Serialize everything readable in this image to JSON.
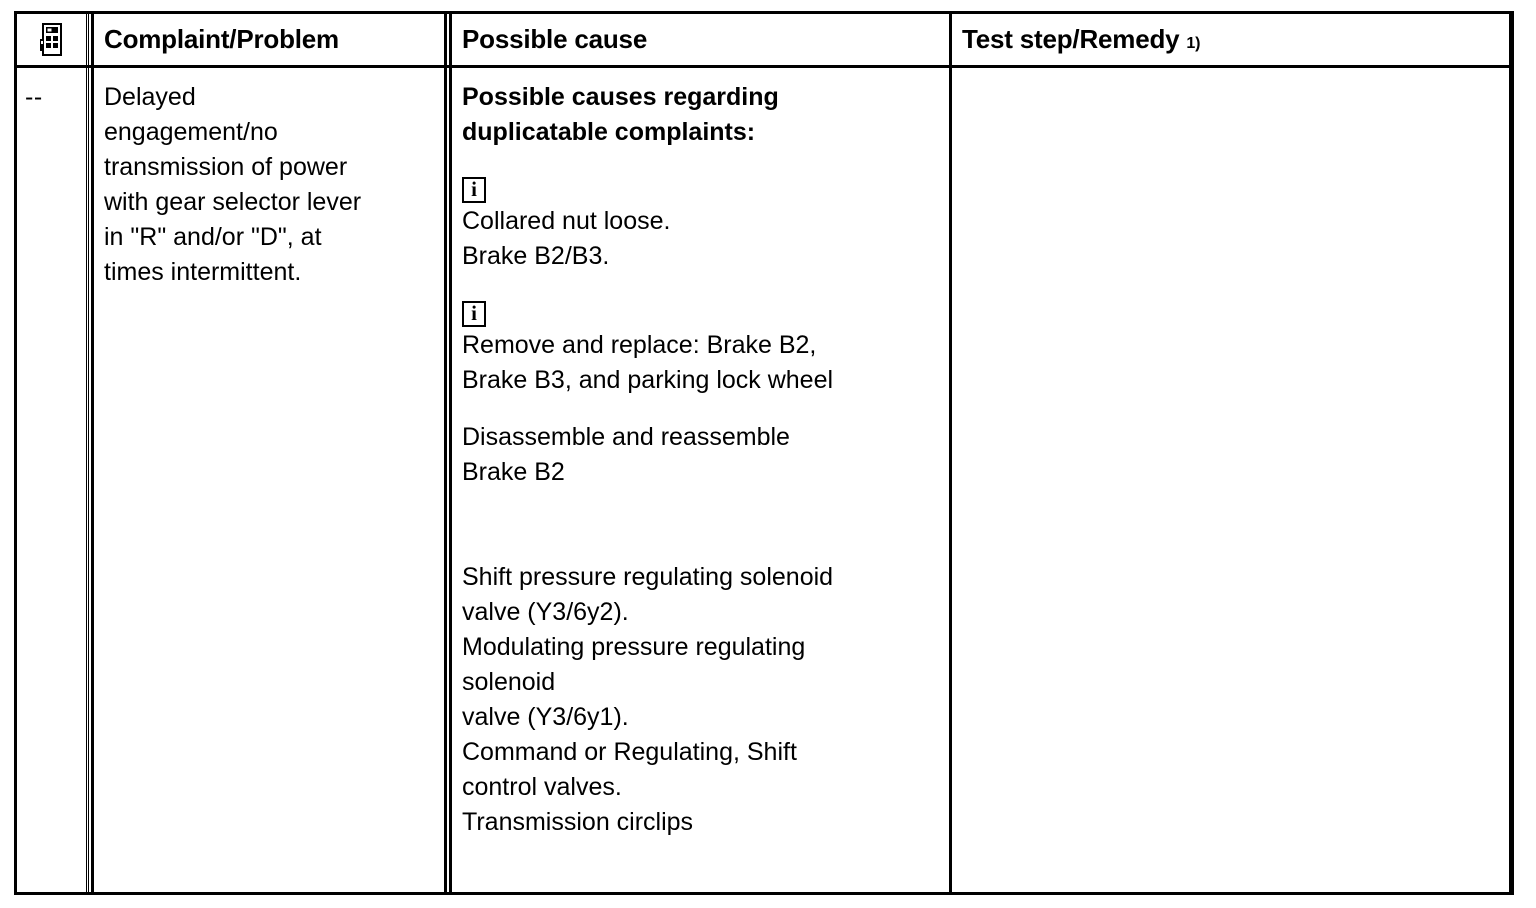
{
  "table": {
    "columns": [
      {
        "id": "symbol",
        "label": "",
        "icon": "scan-tool-icon"
      },
      {
        "id": "complaint",
        "label": "Complaint/Problem"
      },
      {
        "id": "cause",
        "label": "Possible cause"
      },
      {
        "id": "remedy",
        "label": "Test step/Remedy",
        "footnote": "1)"
      }
    ],
    "rows": [
      {
        "symbol": "--",
        "complaint_lines": [
          "Delayed",
          "engagement/no",
          "transmission of power",
          "with gear selector lever",
          "in \"R\" and/or \"D\", at",
          "times intermittent."
        ],
        "cause_blocks": [
          {
            "type": "heading",
            "bold": true,
            "lines": [
              "Possible causes regarding",
              "duplicatable complaints:"
            ]
          },
          {
            "type": "info",
            "icon": "info-icon",
            "icon_glyph": "i",
            "lines": [
              "Collared nut loose.",
              "Brake B2/B3."
            ]
          },
          {
            "type": "info",
            "icon": "info-icon",
            "icon_glyph": "i",
            "lines": [
              "Remove and replace: Brake B2,",
              "Brake B3, and parking lock wheel"
            ]
          },
          {
            "type": "plain",
            "lines": [
              "Disassemble and reassemble",
              "Brake B2"
            ]
          },
          {
            "type": "plain",
            "lines": [
              "Shift pressure regulating solenoid",
              "valve (Y3/6y2).",
              "Modulating pressure regulating",
              "solenoid",
              "valve (Y3/6y1).",
              "Command or Regulating, Shift",
              "control valves.",
              "Transmission circlips"
            ]
          }
        ],
        "remedy_lines": []
      }
    ]
  }
}
